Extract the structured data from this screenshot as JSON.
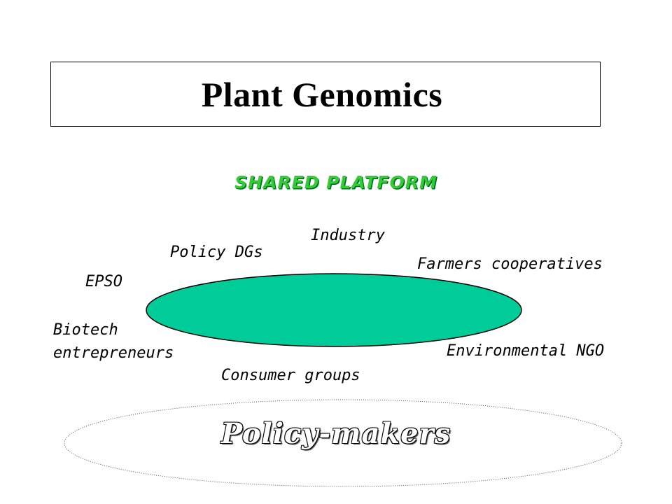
{
  "title": "Plant Genomics",
  "platform_label": "SHARED PLATFORM",
  "stakeholders": {
    "industry": "Industry",
    "policy_dgs": "Policy DGs",
    "farmers": "Farmers cooperatives",
    "epso": "EPSO",
    "biotech_line1": "Biotech",
    "biotech_line2": "entrepreneurs",
    "environmental": "Environmental NGO",
    "consumer": "Consumer groups"
  },
  "policy_makers": "Policy-makers",
  "colors": {
    "platform_fill": "#00cc99",
    "platform_label": "#33cc33",
    "ellipse_outline": "#000000"
  }
}
